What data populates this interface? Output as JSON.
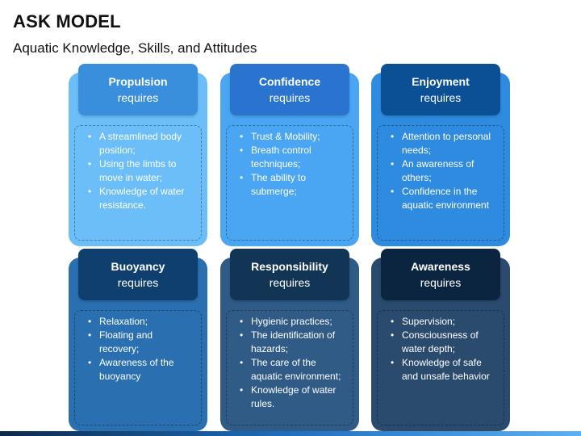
{
  "title": "ASK MODEL",
  "subtitle": "Aquatic Knowledge, Skills, and Attitudes",
  "cards": [
    {
      "name": "Propulsion",
      "req": "requires",
      "bg": "#6cbef9",
      "head": "#3a8fdc",
      "items": [
        "A streamlined body position;",
        "Using the limbs to move in water;",
        "Knowledge of water resistance."
      ]
    },
    {
      "name": "Confidence",
      "req": "requires",
      "bg": "#4aa6f2",
      "head": "#2a74d0",
      "items": [
        "Trust & Mobility;",
        "Breath control techniques;",
        "The ability to submerge;"
      ]
    },
    {
      "name": "Enjoyment",
      "req": "requires",
      "bg": "#2f8be0",
      "head": "#0b4f94",
      "items": [
        "Attention to personal needs;",
        "An awareness of others;",
        "Confidence in the aquatic environment"
      ]
    },
    {
      "name": "Buoyancy",
      "req": "requires",
      "bg": "#2a6fb0",
      "head": "#0e3f6e",
      "items": [
        "Relaxation;",
        "Floating and recovery;",
        "Awareness of the buoyancy"
      ]
    },
    {
      "name": "Responsibility",
      "req": "requires",
      "bg": "#2f5b86",
      "head": "#123455",
      "items": [
        "Hygienic practices;",
        "The identification of hazards;",
        "The care of the aquatic environment;",
        "Knowledge of water rules."
      ]
    },
    {
      "name": "Awareness",
      "req": "requires",
      "bg": "#2a4b6e",
      "head": "#0b2540",
      "items": [
        "Supervision;",
        "Consciousness of water depth;",
        "Knowledge of safe and unsafe behavior"
      ]
    }
  ]
}
